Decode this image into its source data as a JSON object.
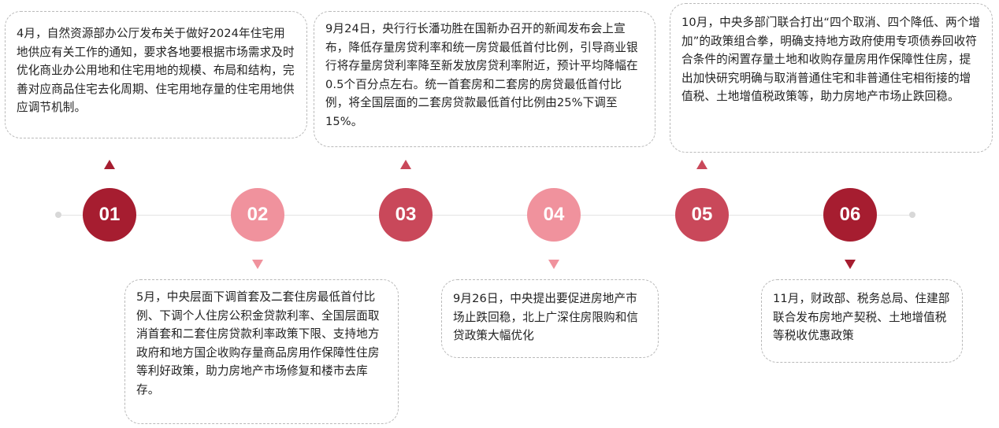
{
  "colors": {
    "dark": "#a61d30",
    "light": "#f0929d",
    "mid": "#c9485a"
  },
  "nodes": [
    {
      "label": "01",
      "color": "#a61d30"
    },
    {
      "label": "02",
      "color": "#f0929d"
    },
    {
      "label": "03",
      "color": "#c9485a"
    },
    {
      "label": "04",
      "color": "#f0929d"
    },
    {
      "label": "05",
      "color": "#c9485a"
    },
    {
      "label": "06",
      "color": "#a61d30"
    }
  ],
  "events": {
    "e1": "4月，自然资源部办公厅发布关于做好2024年住宅用地供应有关工作的通知，要求各地要根据市场需求及时优化商业办公用地和住宅用地的规模、布局和结构，完善对应商品住宅去化周期、住宅用地存量的住宅用地供应调节机制。",
    "e2": "5月，中央层面下调首套及二套住房最低首付比例、下调个人住房公积金贷款利率、全国层面取消首套和二套住房贷款利率政策下限、支持地方政府和地方国企收购存量商品房用作保障性住房等利好政策，助力房地产市场修复和楼市去库存。",
    "e3": "9月24日，央行行长潘功胜在国新办召开的新闻发布会上宣布，降低存量房贷利率和统一房贷最低首付比例，引导商业银行将存量房贷利率降至新发放房贷利率附近，预计平均降幅在0.5个百分点左右。统一首套房和二套房的房贷最低首付比例，将全国层面的二套房贷款最低首付比例由25%下调至15%。",
    "e4": "9月26日，中央提出要促进房地产市场止跌回稳，北上广深住房限购和信贷政策大幅优化",
    "e5": "10月，中央多部门联合打出“四个取消、四个降低、两个增加”的政策组合拳，明确支持地方政府使用专项债券回收符合条件的闲置存量土地和收购存量房用作保障性住房，提出加快研究明确与取消普通住宅和非普通住宅相衔接的增值税、土地增值税政策等，助力房地产市场止跌回稳。",
    "e6": "11月，财政部、税务总局、住建部联合发布房地产契税、土地增值税等税收优惠政策"
  }
}
